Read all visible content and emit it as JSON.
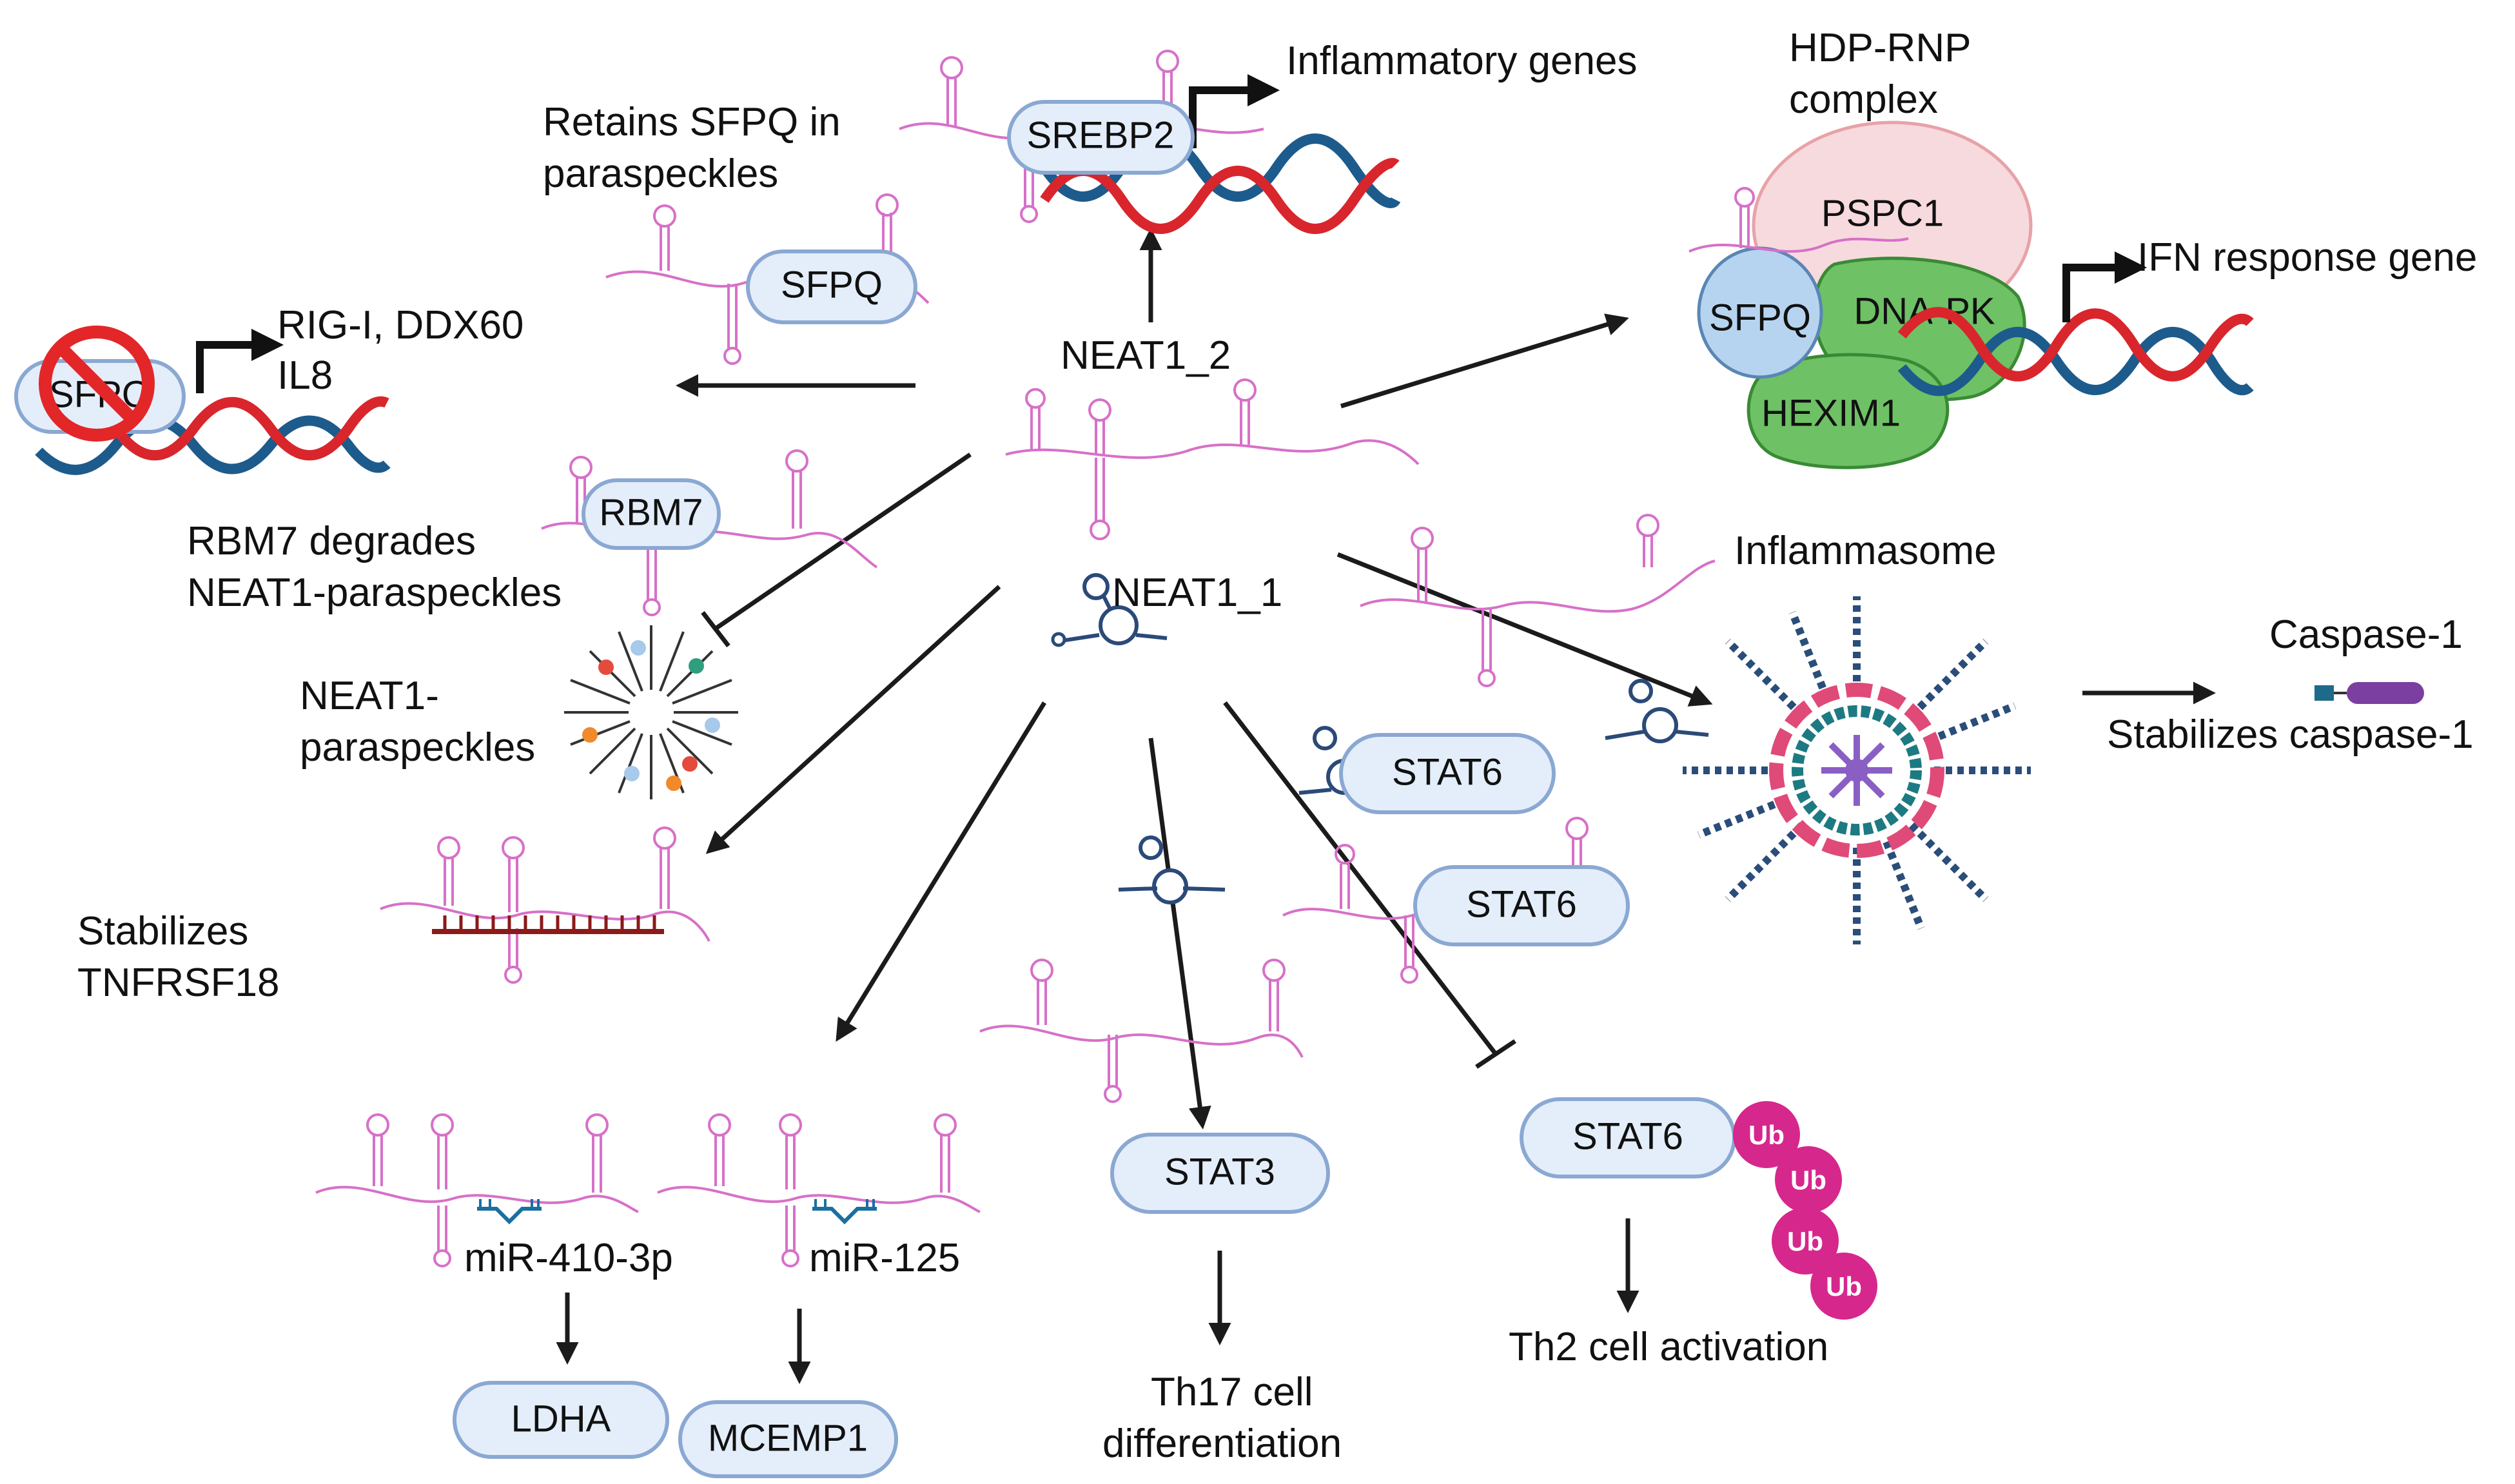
{
  "center": {
    "neat1_2_label": "NEAT1_2",
    "neat1_1_label": "NEAT1_1"
  },
  "srebp2": {
    "protein": "SREBP2",
    "target": "Inflammatory genes"
  },
  "sfpq_retention": {
    "text_line1": "Retains SFPQ in",
    "text_line2": "paraspeckles",
    "protein": "SFPQ"
  },
  "sfpq_blocked": {
    "protein": "SFPQ",
    "targets_line1": "RIG-I, DDX60",
    "targets_line2": "IL8"
  },
  "hdp_rnp": {
    "title_line1": "HDP-RNP",
    "title_line2": "complex",
    "components": [
      "PSPC1",
      "SFPQ",
      "DNA-PK",
      "HEXIM1"
    ],
    "target": "IFN response gene"
  },
  "rbm7": {
    "protein": "RBM7",
    "text_line1": "RBM7 degrades",
    "text_line2": "NEAT1-paraspeckles"
  },
  "paraspeckle": {
    "label_line1": "NEAT1-",
    "label_line2": "paraspeckles"
  },
  "inflammasome": {
    "title": "Inflammasome",
    "product": "Caspase-1",
    "effect": "Stabilizes caspase-1"
  },
  "tnfrsf18": {
    "text_line1": "Stabilizes",
    "text_line2": "TNFRSF18"
  },
  "stat6_branch": {
    "protein_a": "STAT6",
    "protein_b": "STAT6",
    "protein_c": "STAT6",
    "ubiquitin": [
      "Ub",
      "Ub",
      "Ub",
      "Ub"
    ],
    "outcome": "Th2 cell activation"
  },
  "stat3_branch": {
    "protein": "STAT3",
    "outcome_line1": "Th17 cell",
    "outcome_line2": "differentiation"
  },
  "mirna_branch": {
    "mirna_a": "miR-410-3p",
    "target_a": "LDHA",
    "mirna_b": "miR-125",
    "target_b": "MCEMP1"
  },
  "colors": {
    "rna": "#d770c8",
    "protein_fill": "#e4eefa",
    "protein_stroke": "#8aa8d2",
    "dna_red": "#d8262c",
    "dna_blue": "#1d5b8c",
    "ubiquitin": "#d6278d",
    "pspc1": "#f7dadd",
    "dna_pk": "#6ec165",
    "inflammasome_pink": "#e04a78",
    "inflammasome_teal": "#1e7a82",
    "inflammasome_purple": "#8a5fc4",
    "caspase_purple": "#7a3fa0"
  }
}
